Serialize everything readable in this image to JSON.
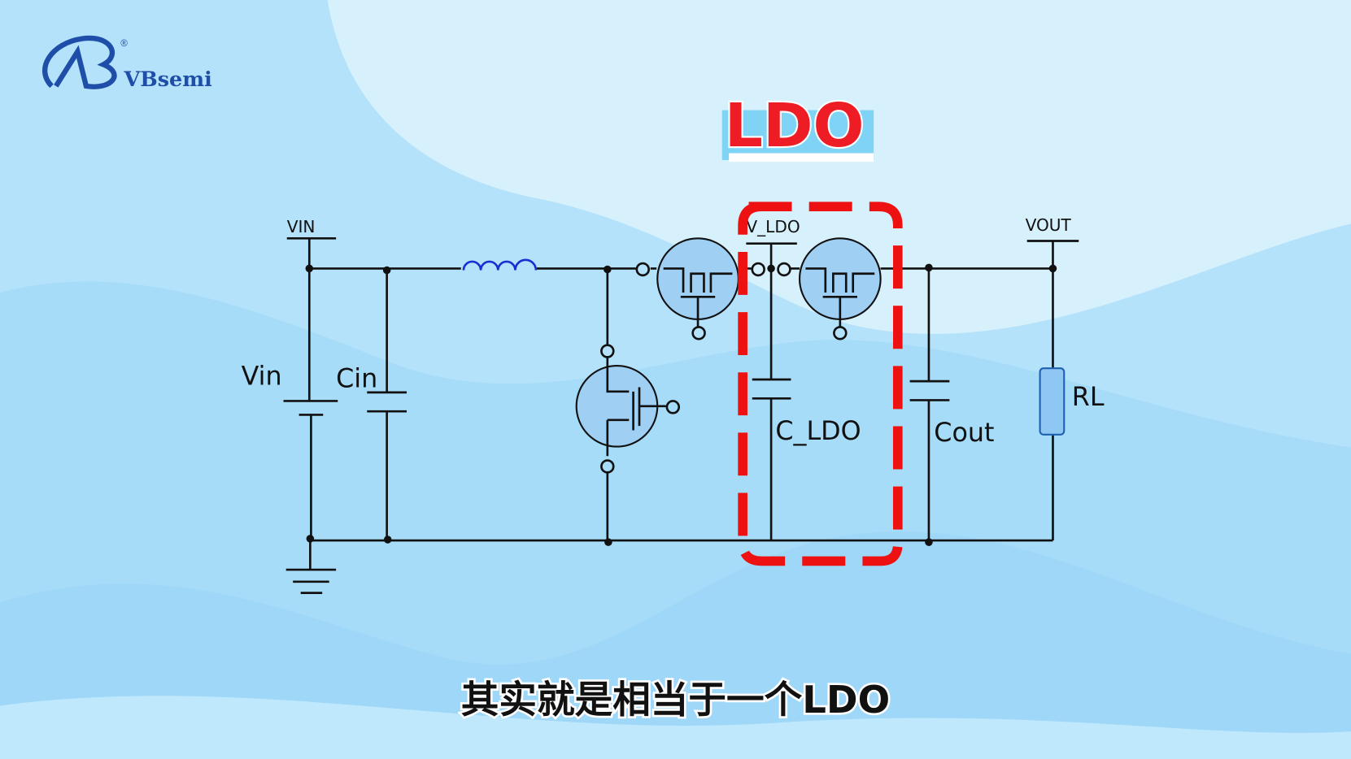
{
  "logo": {
    "text": "VBsemi",
    "registered": "®"
  },
  "title": "LDO",
  "circuit": {
    "labels": {
      "vin_rail": "VIN",
      "vin_source": "Vin",
      "cin": "Cin",
      "v_ldo": "V_LDO",
      "c_ldo": "C_LDO",
      "cout": "Cout",
      "vout": "VOUT",
      "rl": "RL"
    }
  },
  "subtitle": "其实就是相当于一个LDO",
  "colors": {
    "highlight": "#ee1111",
    "title_fill": "#ee1c24",
    "logo": "#1e4ea8",
    "fet_fill": "#9fcff3"
  }
}
